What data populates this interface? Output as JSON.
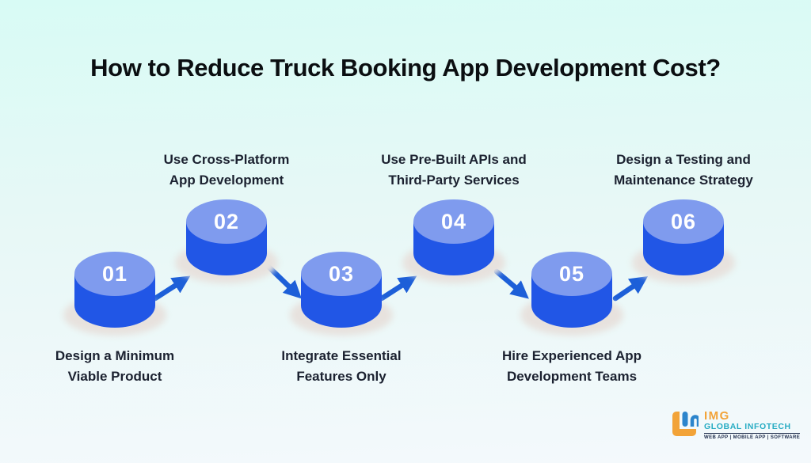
{
  "title": "How to Reduce Truck Booking App Development Cost?",
  "steps": [
    {
      "number": "01",
      "label_lines": [
        "Design a Minimum",
        "Viable Product"
      ],
      "label_position": "below"
    },
    {
      "number": "02",
      "label_lines": [
        "Use Cross-Platform",
        "App Development"
      ],
      "label_position": "above"
    },
    {
      "number": "03",
      "label_lines": [
        "Integrate Essential",
        "Features Only"
      ],
      "label_position": "below"
    },
    {
      "number": "04",
      "label_lines": [
        "Use Pre-Built APIs and",
        "Third-Party Services"
      ],
      "label_position": "above"
    },
    {
      "number": "05",
      "label_lines": [
        "Hire Experienced App",
        "Development Teams"
      ],
      "label_position": "below"
    },
    {
      "number": "06",
      "label_lines": [
        "Design a Testing and",
        "Maintenance Strategy"
      ],
      "label_position": "above"
    }
  ],
  "logo": {
    "name": "IMG",
    "subtitle": "GLOBAL INFOTECH",
    "tagline": "WEB APP | MOBILE APP | SOFTWARE"
  },
  "colors": {
    "bg_top": "#d8fbf5",
    "bg_mid": "#e7f8f6",
    "bg_bottom": "#f4f9fc",
    "title_color": "#0b0e11",
    "label_color": "#1b2130",
    "cylinder_top": "#7f9bee",
    "cylinder_body": "#2156e6",
    "number_color": "#ffffff",
    "arrow_color": "#1d5fd8",
    "shadow_color": "#e7e2de",
    "logo_orange": "#f2a338",
    "logo_teal": "#27acc3",
    "logo_blue": "#2c85cc",
    "logo_navy": "#1d2b4a"
  }
}
